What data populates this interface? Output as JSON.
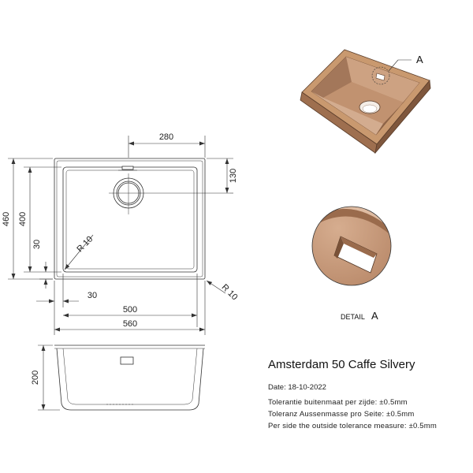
{
  "colors": {
    "line": "#333333",
    "sink_light": "#cfa485",
    "sink_mid": "#b98867",
    "sink_dark": "#8f6548",
    "sink_shadow": "#6e4a33"
  },
  "plan_view": {
    "dim_outer_width": "560",
    "dim_inner_width": "500",
    "dim_outer_height": "460",
    "dim_inner_height": "400",
    "dim_drain_x": "280",
    "dim_drain_y": "130",
    "dim_rim_side": "30",
    "dim_rim_bottom": "30",
    "radius_inner": "R 10",
    "radius_outer": "R 10"
  },
  "section_view": {
    "dim_depth": "200"
  },
  "detail": {
    "callout": "A",
    "label_prefix": "DETAIL",
    "label_letter": "A"
  },
  "info": {
    "product_name": "Amsterdam 50 Caffe Silvery",
    "date": "Date: 18-10-2022",
    "tolerance_nl": "Tolerantie buitenmaat per zijde: ±0.5mm",
    "tolerance_de": "Toleranz Aussenmasse pro Seite: ±0.5mm",
    "tolerance_en": "Per side the outside tolerance measure: ±0.5mm"
  }
}
